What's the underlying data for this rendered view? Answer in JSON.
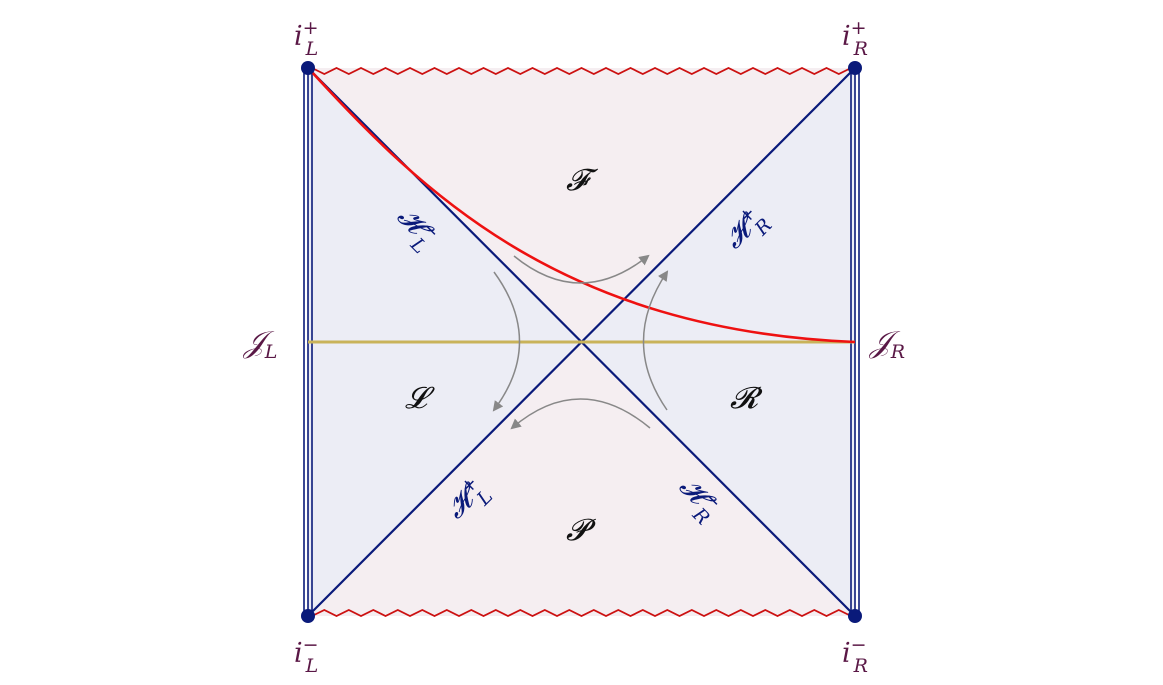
{
  "diagram": {
    "corners": {
      "top_left": {
        "base": "i",
        "sup": "+",
        "sub": "L"
      },
      "top_right": {
        "base": "i",
        "sup": "+",
        "sub": "R"
      },
      "bottom_left": {
        "base": "i",
        "sup": "−",
        "sub": "L"
      },
      "bottom_right": {
        "base": "i",
        "sup": "−",
        "sub": "R"
      }
    },
    "scri": {
      "left": {
        "base": "𝒥",
        "sub": "L"
      },
      "right": {
        "base": "𝒥",
        "sub": "R"
      }
    },
    "regions": {
      "future": "𝓕",
      "past": "𝓟",
      "left": "𝓛",
      "right": "𝓡"
    },
    "horizons": {
      "HL_minus": {
        "base": "𝓗",
        "sup": "−",
        "sub": "L"
      },
      "HR_plus": {
        "base": "𝓗",
        "sup": "+",
        "sub": "R"
      },
      "HL_plus": {
        "base": "𝓗",
        "sup": "+",
        "sub": "L"
      },
      "HR_minus": {
        "base": "𝓗",
        "sup": "−",
        "sub": "R"
      }
    },
    "colors": {
      "horizon": "#0a1a7a",
      "side_fill": "#ecedf5",
      "interior_fill": "#f5eef1",
      "singularity": "#cc1111",
      "trajectory": "#ee1111",
      "time_slice": "#c9b35a",
      "flow_arrows": "#888888",
      "label": "#5a1846"
    }
  }
}
